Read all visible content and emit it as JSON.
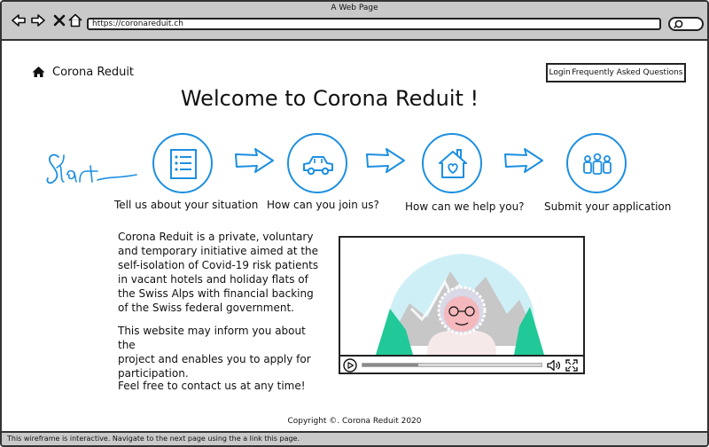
{
  "window": {
    "title": "A Web Page"
  },
  "address_bar": {
    "url": "https://coronareduit.ch"
  },
  "brand": {
    "name": "Corona Reduit",
    "icon": "home-icon"
  },
  "nav": {
    "login": "Login",
    "faq": "Frequently Asked Questions"
  },
  "headline": "Welcome to Corona Reduit !",
  "start_word": "Start",
  "steps": [
    {
      "label": "Tell us about your situation",
      "icon": "checklist-icon"
    },
    {
      "label": "How can you join us?",
      "icon": "car-icon"
    },
    {
      "label": "How can we help you?",
      "icon": "house-heart-icon"
    },
    {
      "label": "Submit your application",
      "icon": "people-icon"
    }
  ],
  "intro": {
    "p1_lines": [
      "Corona Reduit is a private, voluntary",
      "and temporary initiative aimed at the",
      "self-isolation of Covid-19 risk patients",
      "in vacant hotels and holiday flats of",
      "the Swiss Alps with financial backing",
      "of the Swiss federal government."
    ],
    "p2_lines": [
      "This website may inform you about the",
      "project and enables you to apply for",
      "participation."
    ],
    "p3_lines": [
      "Feel free to contact us at any time!"
    ]
  },
  "video": {
    "progress": 0.31
  },
  "colors": {
    "accent": "#1d8fe0",
    "chrome": "#c9c9c9",
    "mountain": "#c7c7c7",
    "forest": "#20c997",
    "sky": "#cfeff7"
  },
  "footer": {
    "copyright": "Copyright ©. Corona Reduit 2020"
  },
  "status": {
    "text": "This wireframe is interactive. Navigate to the next page using the a link this page."
  }
}
